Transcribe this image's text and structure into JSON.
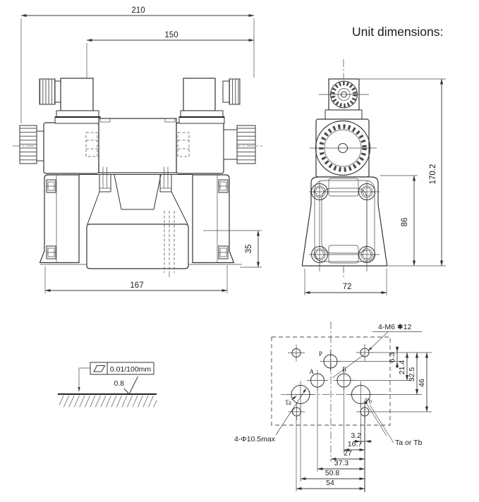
{
  "header": {
    "title": "Unit dimensions:"
  },
  "front_view": {
    "dim_overall_width": "210",
    "dim_solenoid_span": "150",
    "dim_body_length": "167",
    "dim_port_offset": "35"
  },
  "side_view": {
    "dim_overall_height": "170.2",
    "dim_body_height": "86",
    "dim_base_width": "72"
  },
  "surface_detail": {
    "flatness_tolerance": "0.01/100mm",
    "roughness": "0.8"
  },
  "mounting_pattern": {
    "thread_note": "4-M6 ✱12",
    "hole_note": "4-Φ10.5max",
    "tank_note": "Ta or Tb",
    "port_p": "P",
    "port_a": "A",
    "port_b": "B",
    "port_ta": "Ta",
    "port_tb": "Tb",
    "vdims": [
      "6.3",
      "21.4",
      "32.5",
      "46"
    ],
    "hdims": [
      "3.2",
      "16.7",
      "27",
      "37.3",
      "50.8",
      "54"
    ]
  }
}
